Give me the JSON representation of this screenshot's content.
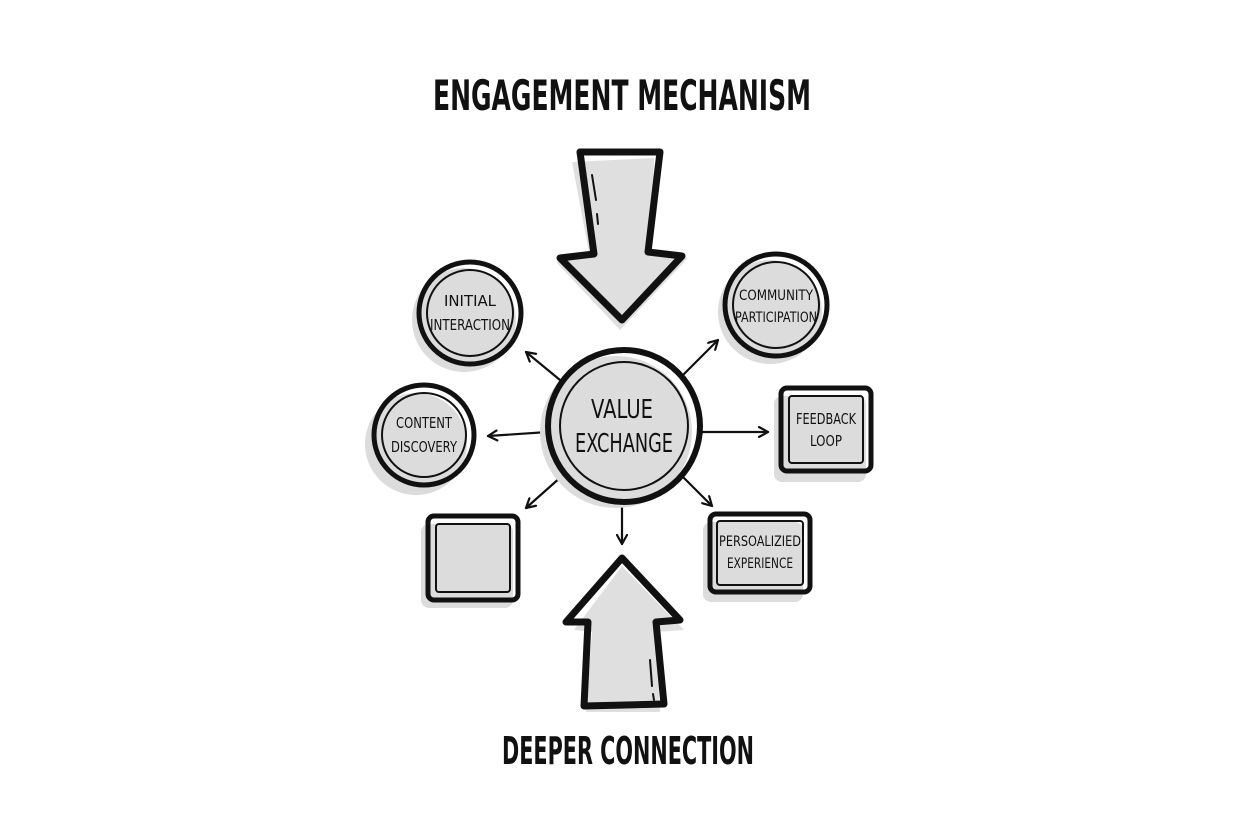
{
  "title": "ENGAGEMENT MECHANISM",
  "footer": "DEEPER CONNECTION",
  "center": {
    "line1": "VALUE",
    "line2": "EXCHANGE"
  },
  "nodes": {
    "initial_interaction": {
      "line1": "INITIAL",
      "line2": "INTERACTION"
    },
    "content_discovery": {
      "line1": "CONTENT",
      "line2": "DISCOVERY"
    },
    "community_participation": {
      "line1": "COMMUNITY",
      "line2": "PARTICIPATION"
    },
    "feedback_loop": {
      "line1": "FEEDBACK",
      "line2": "LOOP"
    },
    "personalized_experience": {
      "line1": "PERSOALIZIED",
      "line2": "EXPERIENCE"
    }
  },
  "colors": {
    "ink": "#111111",
    "shadow": "#dcdcdc",
    "background": "#ffffff"
  }
}
